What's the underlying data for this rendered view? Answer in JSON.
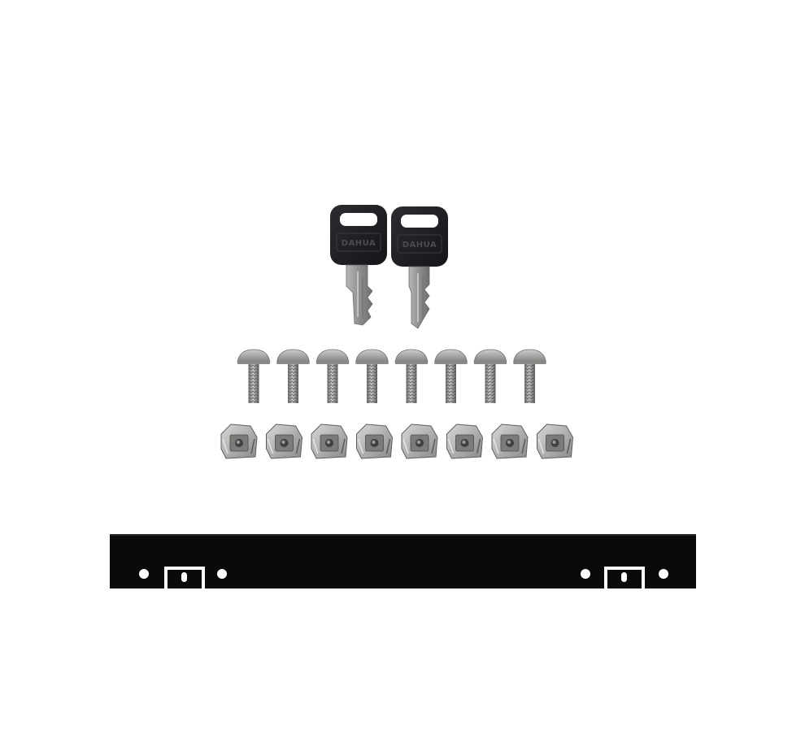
{
  "image": {
    "background": "#ffffff",
    "key_count": 2,
    "screw_count": 8,
    "cage_nut_count": 8,
    "key_head_text": "DAHUA",
    "colors": {
      "key_head": "#1e1f22",
      "key_blade": "#9a9a9a",
      "screw_metal": "#a8a8a6",
      "bracket": "#0a0a0a"
    }
  }
}
